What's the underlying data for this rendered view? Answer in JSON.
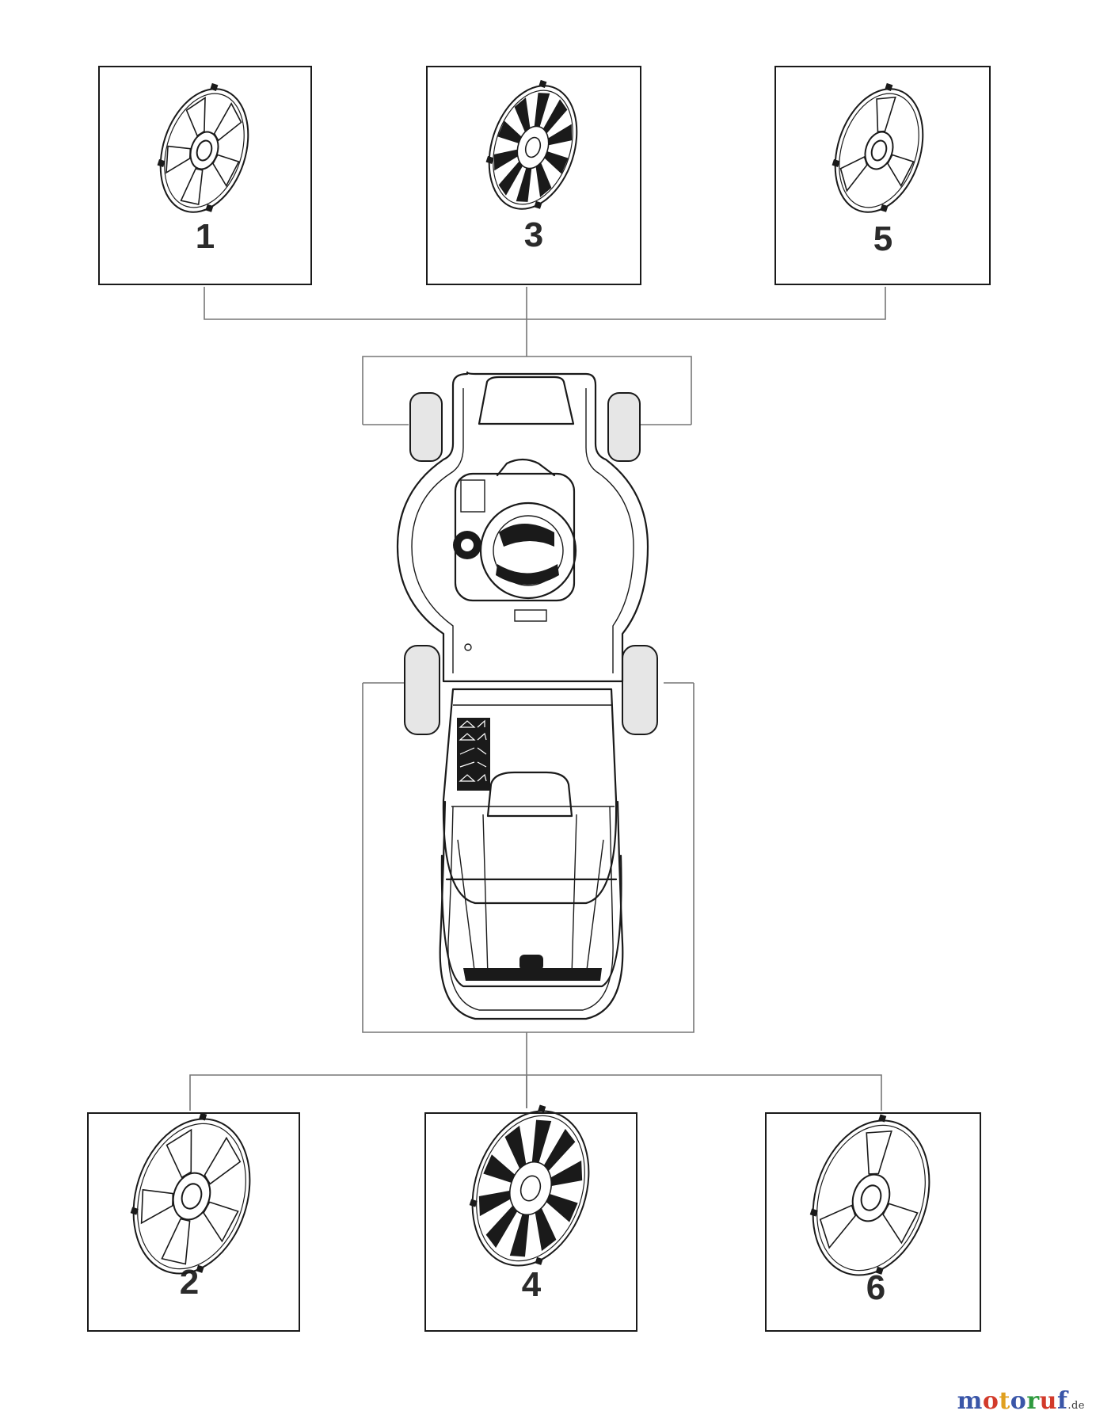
{
  "callouts": [
    {
      "label": "1",
      "style": "five-spoke"
    },
    {
      "label": "3",
      "style": "multi-spoke"
    },
    {
      "label": "5",
      "style": "three-spoke"
    },
    {
      "label": "2",
      "style": "five-spoke"
    },
    {
      "label": "4",
      "style": "multi-spoke"
    },
    {
      "label": "6",
      "style": "three-spoke"
    }
  ],
  "watermark": {
    "letters": [
      {
        "ch": "m",
        "color": "#3a56a8"
      },
      {
        "ch": "o",
        "color": "#d23a2a"
      },
      {
        "ch": "t",
        "color": "#e0a020"
      },
      {
        "ch": "o",
        "color": "#3a56a8"
      },
      {
        "ch": "r",
        "color": "#2e9a3e"
      },
      {
        "ch": "u",
        "color": "#d23a2a"
      },
      {
        "ch": "f",
        "color": "#3a56a8"
      }
    ],
    "tld": ".de"
  },
  "icons": {
    "wheel_cover": "hubcap-icon",
    "mower": "lawn-mower-top-view-icon"
  }
}
